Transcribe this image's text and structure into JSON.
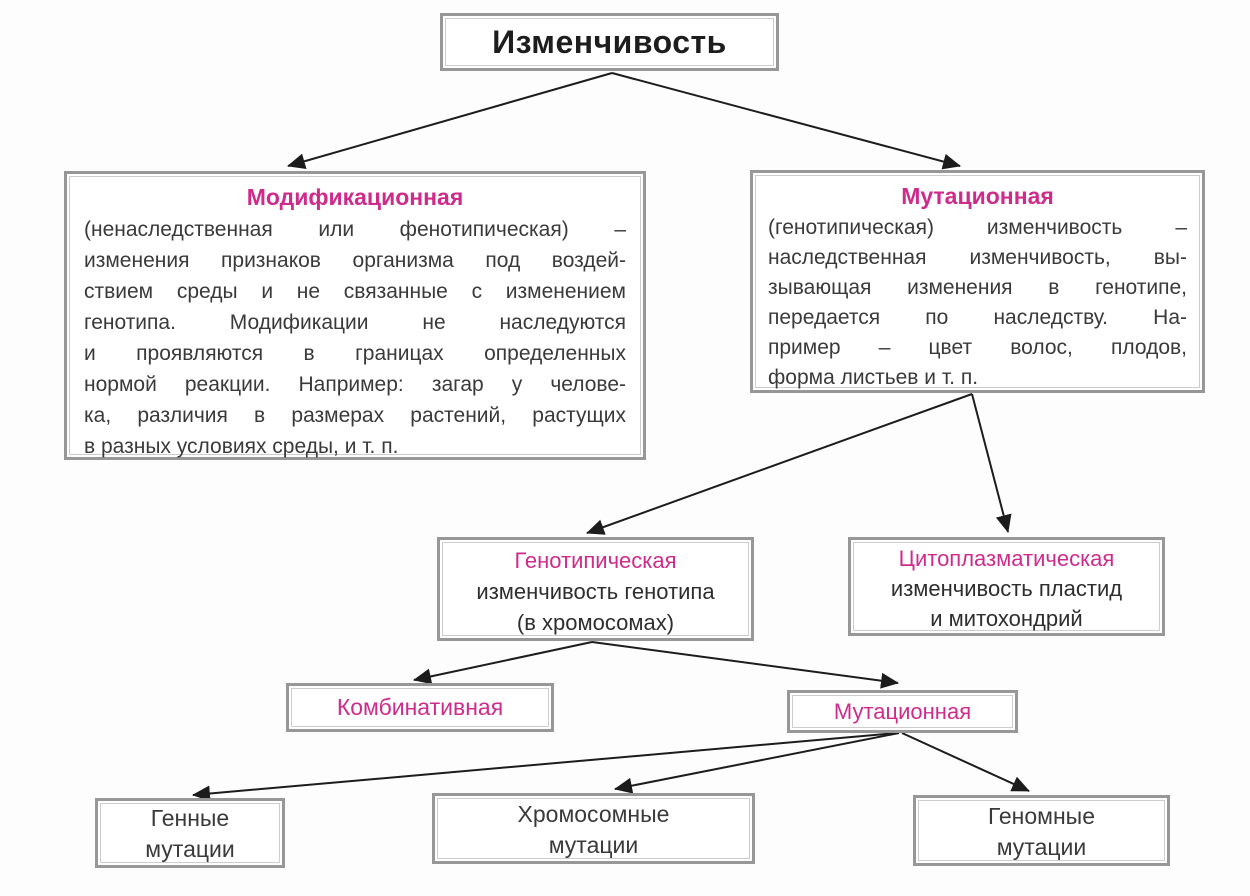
{
  "diagram_title": "Изменчивость",
  "colors": {
    "accent_magenta": "#cf2b8b",
    "box_border_gray": "#979797",
    "arrow_black": "#1c1c1c",
    "body_text": "#3a3a3a"
  },
  "nodes": {
    "root": {
      "label": "Изменчивость"
    },
    "modificational": {
      "title": "Модификационная",
      "body_lines": [
        "(ненаследственная или фенотипическая) –",
        "изменения признаков организма под воздей-",
        "ствием среды и не связанные с изменением",
        "генотипа. Модификации не наследуются",
        "и проявляются в границах определенных",
        "нормой реакции. Например: загар у челове-",
        "ка, различия в размерах растений, растущих",
        "в разных условиях среды, и т. п."
      ]
    },
    "mutational_main": {
      "title": "Мутационная",
      "body_lines": [
        "(генотипическая) изменчивость –",
        "наследственная изменчивость, вы-",
        "зывающая изменения в генотипе,",
        "передается по наследству. На-",
        "пример – цвет волос, плодов,",
        "форма листьев и т. п."
      ]
    },
    "genotypic": {
      "title": "Генотипическая",
      "line2": "изменчивость генотипа",
      "line3": "(в хромосомах)"
    },
    "cytoplasmic": {
      "title": "Цитоплазматическая",
      "line2": "изменчивость пластид",
      "line3": "и митохондрий"
    },
    "combinative": {
      "title": "Комбинативная"
    },
    "mutational_sub": {
      "title": "Мутационная"
    },
    "gene_mutations": {
      "line1": "Генные",
      "line2": "мутации"
    },
    "chromosomal_mutations": {
      "line1": "Хромосомные",
      "line2": "мутации"
    },
    "genomic_mutations": {
      "line1": "Геномные",
      "line2": "мутации"
    }
  }
}
